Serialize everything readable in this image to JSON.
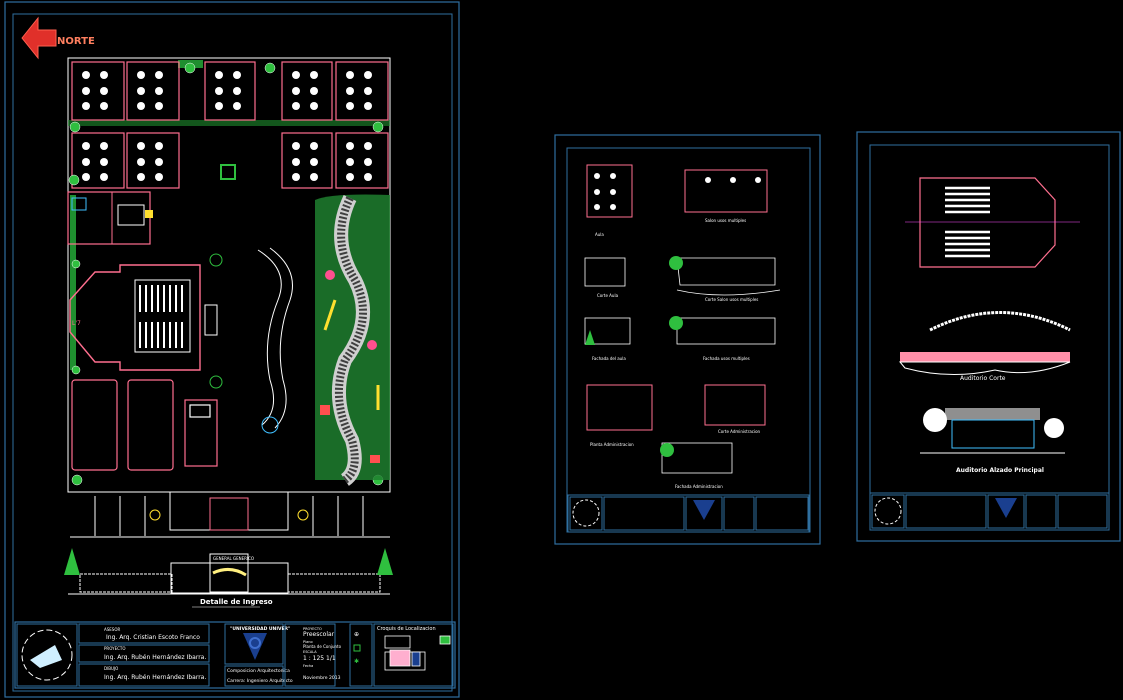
{
  "north_label": "NORTE",
  "site_plan": {
    "entrance_detail_label": "Detalle de Ingreso",
    "entrance_sign": "GENERAL GENERICO"
  },
  "sheet_middle": {
    "labels": [
      "Aula",
      "Salon usos multiples",
      "Corte Aula",
      "Corte Salon usos multiples",
      "Fachada del aula",
      "Fachada usos multiples",
      "Planta Administracion",
      "Corte Administracion",
      "Fachada Administracion"
    ]
  },
  "sheet_right": {
    "labels": [
      "Auditorio Corte",
      "Auditorio Alzado Principal"
    ]
  },
  "title_block": {
    "asesor_label": "ASESOR",
    "asesor": "Ing. Arq. Cristian Escoto Franco",
    "proyecto_label": "PROYECTO",
    "proyecto_autor": "Ing. Arq. Rubén Hernández Ibarra.",
    "dibujo_label": "DIBUJO",
    "dibujo": "Ing. Arq. Rubén Hernández Ibarra.",
    "university": "\"UNIVERSIDAD UNIVER\"",
    "course": "Composicion Arquitectonica",
    "career": "Carrera: Ingeniero Arquitecto",
    "project_label": "PROYECTO",
    "project": "Preescolar",
    "plano_label": "Plano",
    "plano": "Planta de Conjunto",
    "escala_label": "ESCALA",
    "escala": "1 : 125  1/1",
    "fecha_label": "Fecha",
    "fecha": "Noviembre 2013",
    "location_title": "Croquis de Localizacion"
  },
  "colors": {
    "background": "#000000",
    "sheet_border": "#2f6f9f",
    "walls": "#ff6f8f",
    "vegetation": "#2fbf3f",
    "furniture": "#ffffff",
    "university_logo": "#1a3f8f"
  }
}
